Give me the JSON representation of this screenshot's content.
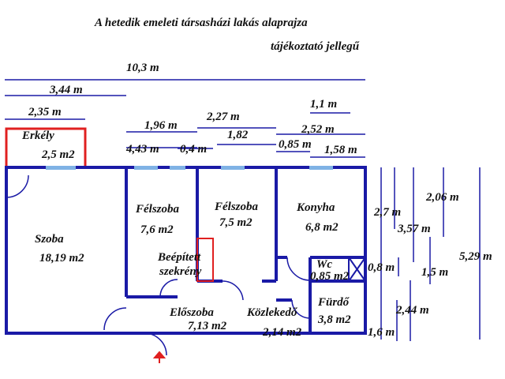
{
  "title": "A hetedik emeleti társasházi lakás alaprajza",
  "subtitle": "tájékoztató jellegű",
  "dimensions": {
    "total_width": "10,3 m",
    "w_344": "3,44 m",
    "w_235": "2,35 m",
    "w_196": "1,96 m",
    "w_227": "2,27 m",
    "w_182": "1,82",
    "w_11": "1,1 m",
    "w_252": "2,52 m",
    "w_443": "4,43 m",
    "w_04": "0,4 m",
    "w_085": "0,85 m",
    "w_158": "1,58 m",
    "h_27": "2,7 m",
    "h_206": "2,06 m",
    "h_357": "3,57 m",
    "h_529": "5,29 m",
    "h_08": "0,8 m",
    "h_15": "1,5 m",
    "h_244": "2,44 m",
    "h_16": "1,6 m"
  },
  "rooms": {
    "erkely_name": "Erkély",
    "erkely_area": "2,5 m2",
    "szoba_name": "Szoba",
    "szoba_area": "18,19 m2",
    "felszoba1_name": "Félszoba",
    "felszoba1_area": "7,6 m2",
    "felszoba2_name": "Félszoba",
    "felszoba2_area": "7,5 m2",
    "konyha_name": "Konyha",
    "konyha_area": "6,8 m2",
    "beepitett_line1": "Beépített",
    "beepitett_line2": "szekrény",
    "wc_name": "Wc",
    "wc_area": "0,85 m2",
    "eloszoba_name": "Előszoba",
    "eloszoba_area": "7,13 m2",
    "kozlekedo_name": "Közlekedő",
    "kozlekedo_area": "2,14 m2",
    "furdo_name": "Fürdő",
    "furdo_area": "3,8 m2"
  },
  "colors": {
    "wall": "#1a1aa6",
    "dimension_line": "#1a1aa6",
    "balcony": "#e02020",
    "window": "#7fb2e5",
    "entrance_arrow": "#e02020"
  }
}
